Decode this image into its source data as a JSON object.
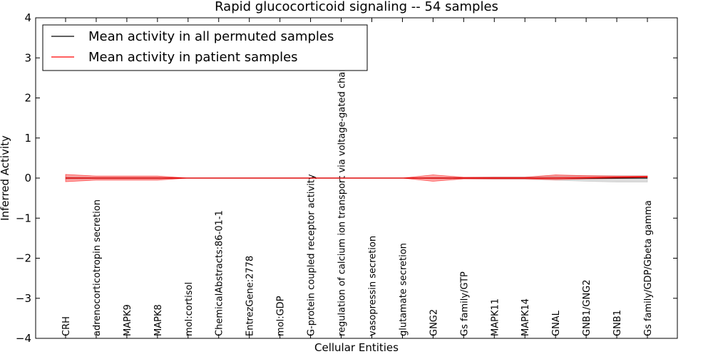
{
  "chart_data": {
    "type": "line",
    "title": "Rapid glucocorticoid signaling -- 54 samples",
    "xlabel": "Cellular Entities",
    "ylabel": "Inferred Activity",
    "ylim": [
      -4,
      4
    ],
    "yticks": [
      -4,
      -3,
      -2,
      -1,
      0,
      1,
      2,
      3,
      4
    ],
    "legend_position": "top-left",
    "grid": false,
    "categories": [
      "CRH",
      "adrenocorticotropin secretion",
      "MAPK9",
      "MAPK8",
      "mol:cortisol",
      "ChemicalAbstracts:86-01-1",
      "EntrezGene:2778",
      "mol:GDP",
      "G-protein coupled receptor activity",
      "regulation of calcium ion transport via voltage-gated channel",
      "vasopressin secretion",
      "glutamate secretion",
      "GNG2",
      "Gs family/GTP",
      "MAPK11",
      "MAPK14",
      "GNAL",
      "GNB1/GNG2",
      "GNB1",
      "Gs family/GDP/Gbeta gamma"
    ],
    "series": [
      {
        "name": "Mean activity in all permuted samples",
        "color": "#000000",
        "values": [
          0,
          0,
          0,
          0,
          0,
          0,
          0,
          0,
          0,
          0,
          0,
          0,
          0,
          0,
          0,
          0,
          0,
          0,
          0,
          0
        ],
        "band_lower": [
          -0.03,
          -0.02,
          -0.02,
          -0.02,
          0,
          0,
          0,
          0,
          0,
          0,
          0,
          0,
          -0.02,
          -0.02,
          -0.03,
          -0.03,
          -0.05,
          -0.08,
          -0.1,
          -0.1
        ],
        "band_upper": [
          0.03,
          0.02,
          0.02,
          0.02,
          0,
          0,
          0,
          0,
          0,
          0,
          0,
          0,
          0.02,
          0.02,
          0.03,
          0.03,
          0.05,
          0.06,
          0.06,
          0.06
        ],
        "band_color": "#bbbbbb"
      },
      {
        "name": "Mean activity in patient samples",
        "color": "#ff0000",
        "values": [
          0,
          0,
          0,
          0,
          0,
          0,
          0,
          0,
          0,
          0,
          0,
          0,
          0,
          0,
          0,
          0,
          0,
          0.01,
          0.02,
          0.03
        ],
        "band_lower": [
          -0.09,
          -0.05,
          -0.05,
          -0.05,
          0,
          0,
          0,
          0,
          0,
          0,
          0,
          0,
          -0.08,
          -0.02,
          -0.02,
          -0.02,
          -0.04,
          -0.02,
          -0.01,
          0
        ],
        "band_upper": [
          0.09,
          0.05,
          0.05,
          0.05,
          0,
          0,
          0,
          0,
          0,
          0,
          0,
          0,
          0.08,
          0.02,
          0.02,
          0.02,
          0.08,
          0.06,
          0.05,
          0.05
        ],
        "band_color": "#ff0000"
      }
    ]
  }
}
